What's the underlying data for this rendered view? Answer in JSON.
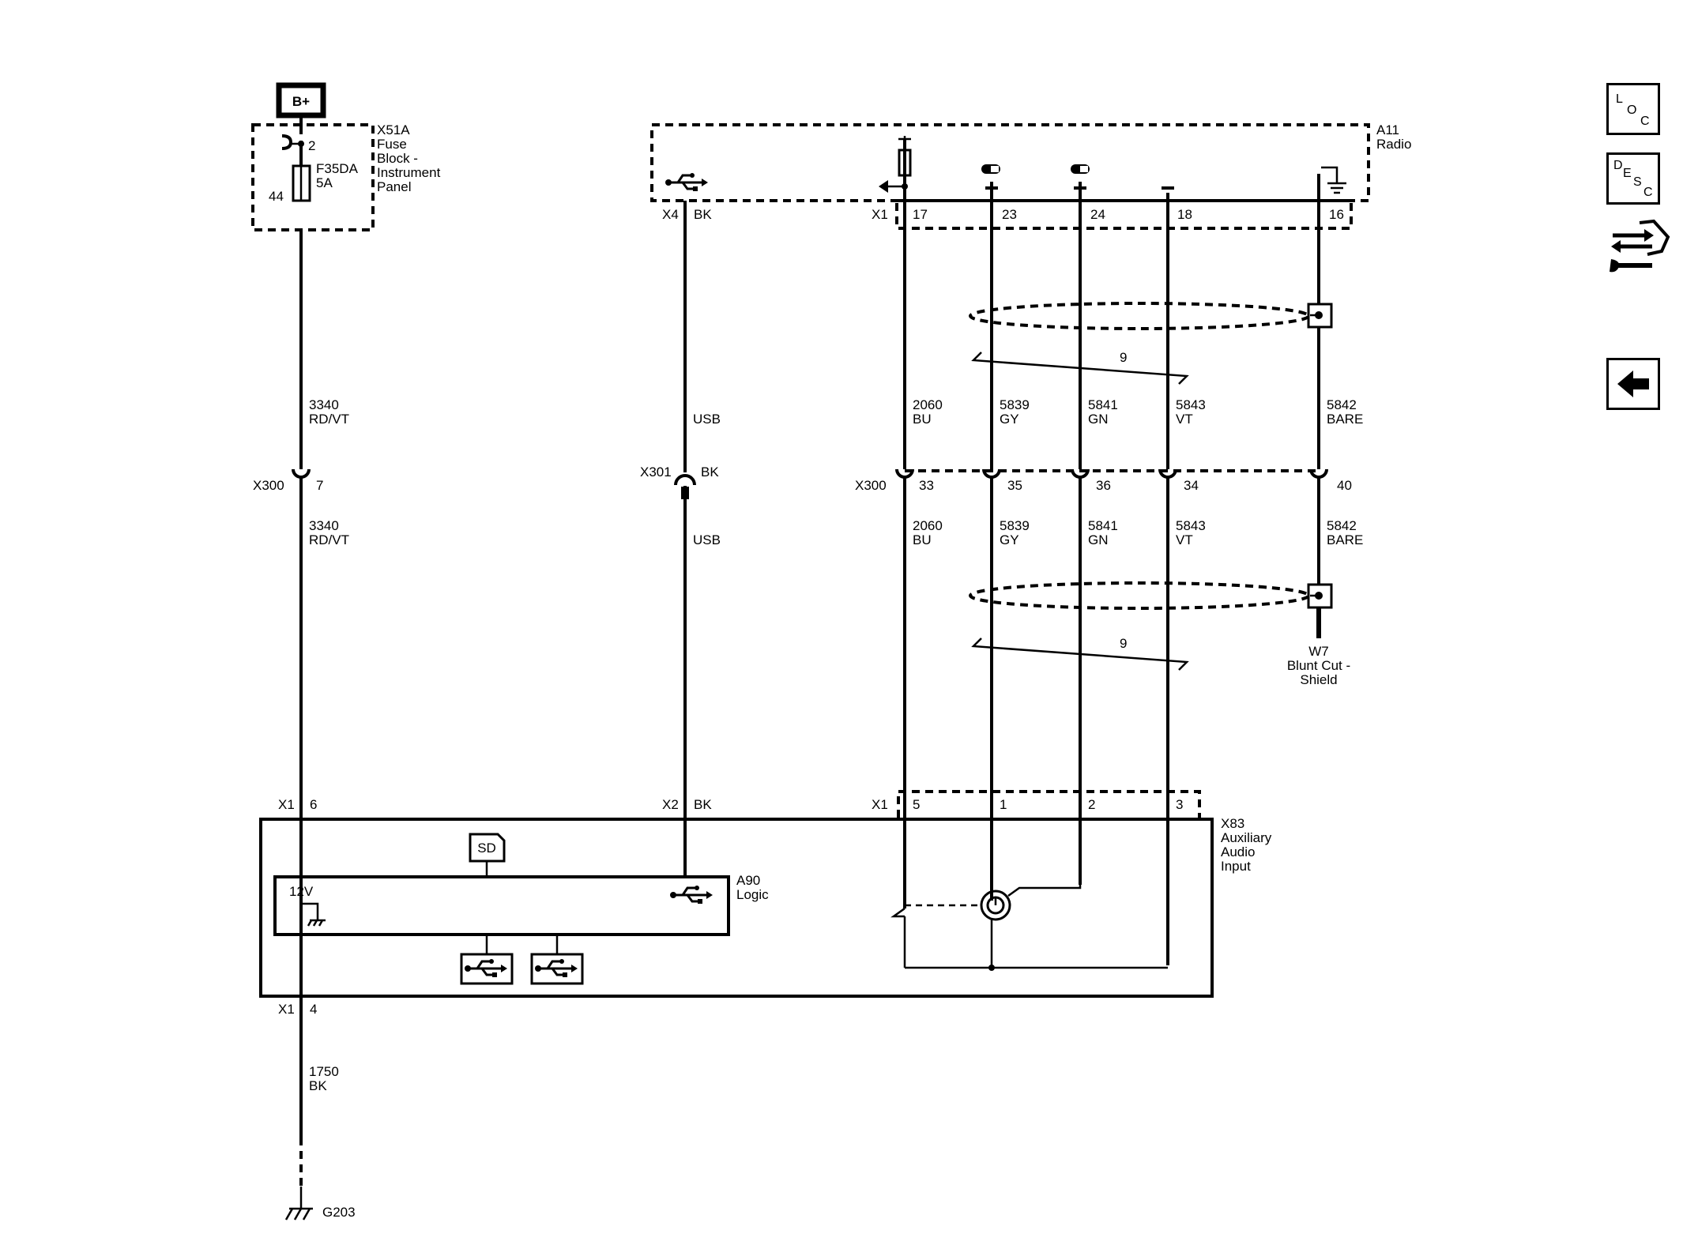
{
  "fuse_block": {
    "power": "B+",
    "ref": "X51A",
    "name": [
      "Fuse",
      "Block -",
      "Instrument",
      "Panel"
    ],
    "fuse_id": "F35DA",
    "fuse_rating": "5A",
    "pin_in": "2",
    "pin_out": "44"
  },
  "radio": {
    "ref": "A11",
    "name": "Radio",
    "usb_connector": "X4",
    "usb_color": "BK",
    "connector": "X1",
    "pins": [
      "17",
      "23",
      "24",
      "18",
      "16"
    ]
  },
  "wires_upper": [
    {
      "circuit": "3340",
      "color": "RD/VT"
    },
    {
      "circuit": "USB",
      "color": ""
    },
    {
      "circuit": "2060",
      "color": "BU"
    },
    {
      "circuit": "5839",
      "color": "GY"
    },
    {
      "circuit": "5841",
      "color": "GN"
    },
    {
      "circuit": "5843",
      "color": "VT"
    },
    {
      "circuit": "5842",
      "color": "BARE"
    }
  ],
  "inline_connectors": {
    "x300_ref": "X300",
    "x300_pin_left": "7",
    "x301_ref": "X301",
    "x301_color": "BK",
    "x300_pins_right": [
      "33",
      "35",
      "36",
      "34",
      "40"
    ]
  },
  "wires_lower": [
    {
      "circuit": "3340",
      "color": "RD/VT"
    },
    {
      "circuit": "USB",
      "color": ""
    },
    {
      "circuit": "2060",
      "color": "BU"
    },
    {
      "circuit": "5839",
      "color": "GY"
    },
    {
      "circuit": "5841",
      "color": "GN"
    },
    {
      "circuit": "5843",
      "color": "VT"
    },
    {
      "circuit": "5842",
      "color": "BARE"
    }
  ],
  "twist_label": "9",
  "shield": {
    "ref": "W7",
    "name": [
      "Blunt Cut -",
      "Shield"
    ]
  },
  "aux": {
    "ref": "X83",
    "name": [
      "Auxiliary",
      "Audio",
      "Input"
    ],
    "x1_left": "X1",
    "pin_6": "6",
    "x2": "X2",
    "x2_color": "BK",
    "x1_right": "X1",
    "pins_right": [
      "5",
      "1",
      "2",
      "3"
    ],
    "x1_bottom": "X1",
    "pin_4": "4"
  },
  "logic": {
    "ref": "A90",
    "name": "Logic",
    "voltage": "12V",
    "sd": "SD"
  },
  "ground": {
    "circuit": "1750",
    "color": "BK",
    "ref": "G203"
  },
  "side_buttons": {
    "loc": [
      "L",
      "O",
      "C"
    ],
    "desc": [
      "D",
      "E",
      "S",
      "C"
    ]
  },
  "icons": [
    "usb-icon",
    "fuse-icon",
    "ground-icon",
    "sd-card-icon",
    "connector-icon",
    "back-arrow-icon",
    "wrench-arrows-icon"
  ]
}
